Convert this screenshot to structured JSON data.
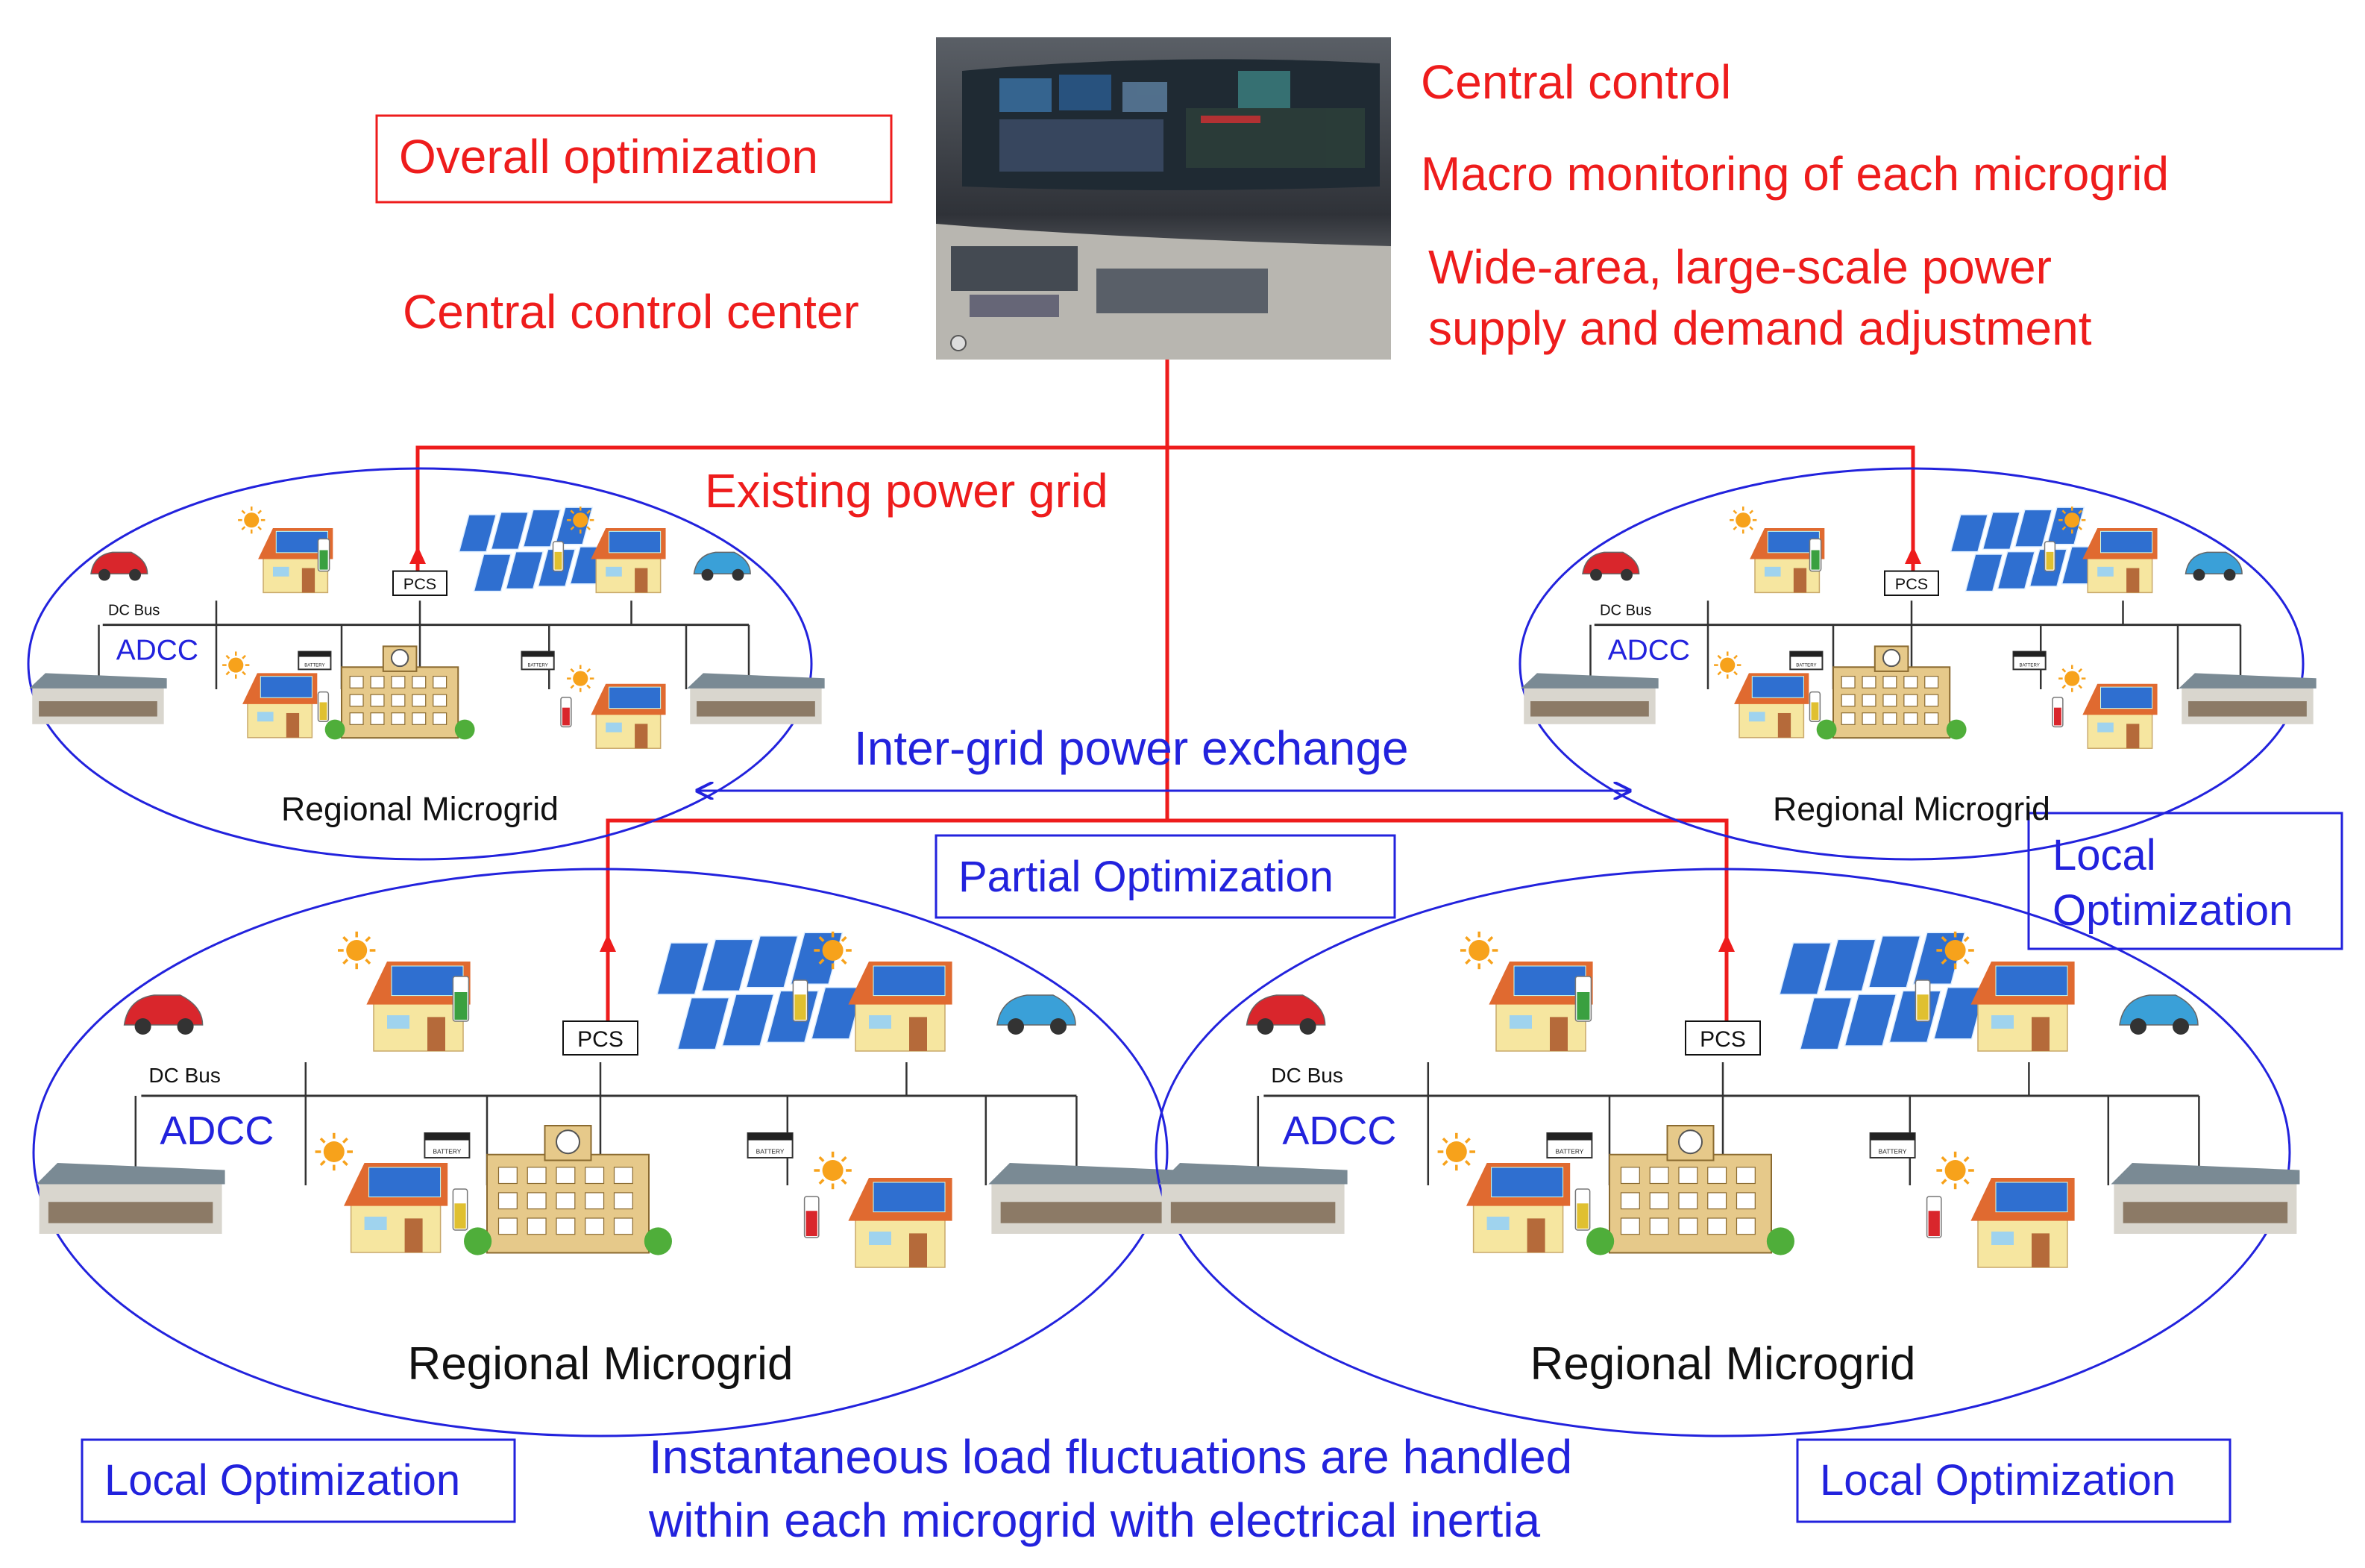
{
  "colors": {
    "red": "#ee1c1c",
    "blue": "#2222dd",
    "black": "#111111",
    "grid_line": "#333333",
    "panel_blue": "#2f6fd0",
    "panel_frame": "#9ab0cc",
    "roof": "#e06a30",
    "wall": "#f6e6a0",
    "school": "#e6c98a",
    "sun": "#f7a21b",
    "tree": "#4fae3a",
    "car_red": "#d9262c",
    "car_blue": "#3aa0d8",
    "store_roof": "#7a8a94",
    "store_body": "#d9d6ce"
  },
  "top": {
    "overall_optimization": "Overall optimization",
    "central_control_center": "Central control center",
    "central_control": "Central control",
    "macro_monitoring": "Macro monitoring of each microgrid",
    "wide_area_line1": "Wide-area, large-scale power",
    "wide_area_line2": "supply and demand adjustment",
    "existing_power_grid": "Existing power grid",
    "control_room_photo": "control-room-photo"
  },
  "middle": {
    "inter_grid": "Inter-grid power exchange",
    "partial_optimization": "Partial Optimization",
    "local_optimization_right_line1": "Local",
    "local_optimization_right_line2": "Optimization"
  },
  "microgrid": {
    "pcs": "PCS",
    "dc_bus": "DC Bus",
    "adcc": "ADCC",
    "battery": "BATTERY",
    "title": "Regional Microgrid"
  },
  "bottom": {
    "local_optimization_left": "Local Optimization",
    "local_optimization_right": "Local Optimization",
    "instantaneous_line1": "Instantaneous load fluctuations are handled",
    "instantaneous_line2": "within each microgrid with electrical inertia"
  }
}
